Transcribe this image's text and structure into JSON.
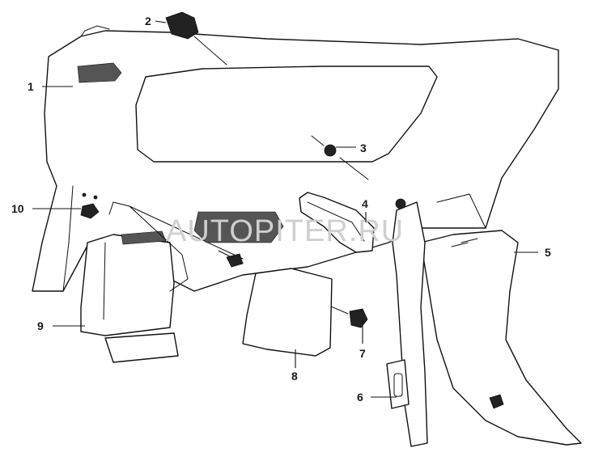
{
  "watermark": "AUTOPITER.RU",
  "callouts": [
    {
      "id": "1",
      "label": "1"
    },
    {
      "id": "2",
      "label": "2"
    },
    {
      "id": "3",
      "label": "3"
    },
    {
      "id": "4",
      "label": "4"
    },
    {
      "id": "5",
      "label": "5"
    },
    {
      "id": "6",
      "label": "6"
    },
    {
      "id": "7",
      "label": "7"
    },
    {
      "id": "8",
      "label": "8"
    },
    {
      "id": "9",
      "label": "9"
    },
    {
      "id": "10",
      "label": "10"
    }
  ]
}
